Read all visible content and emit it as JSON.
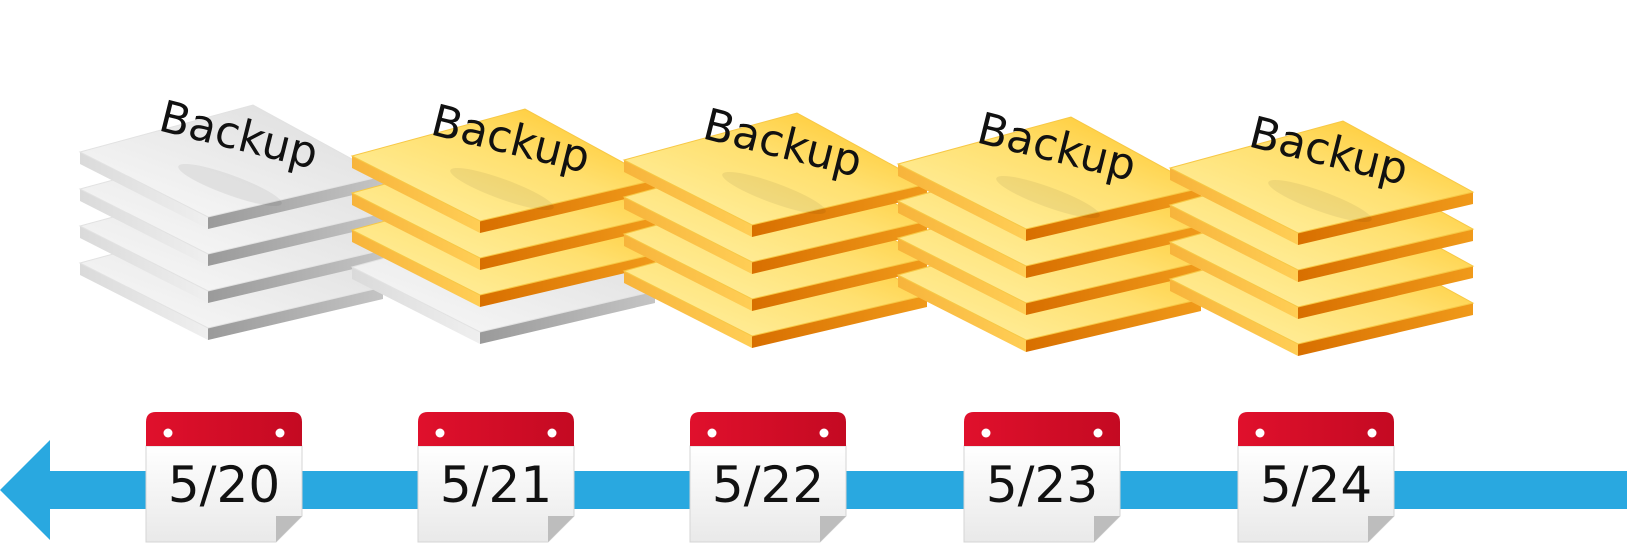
{
  "diagram": {
    "stack_label": "Backup",
    "backups": [
      {
        "date": "5/20",
        "layers": [
          "gray",
          "gray",
          "gray",
          "gray"
        ]
      },
      {
        "date": "5/21",
        "layers": [
          "gray",
          "gold",
          "gold",
          "gold"
        ]
      },
      {
        "date": "5/22",
        "layers": [
          "gold",
          "gold",
          "gold",
          "gold"
        ]
      },
      {
        "date": "5/23",
        "layers": [
          "gold",
          "gold",
          "gold",
          "gold"
        ]
      },
      {
        "date": "5/24",
        "layers": [
          "gold",
          "gold",
          "gold",
          "gold"
        ]
      }
    ],
    "colors": {
      "arrow": "#29A8E0",
      "calendar_header": "#D8122C",
      "calendar_body": "#F4F4F4",
      "gold_top": "#FFD84A",
      "gold_side": "#E8870E",
      "gray_top": "#EDEDED",
      "gray_side": "#B5B5B5"
    }
  }
}
